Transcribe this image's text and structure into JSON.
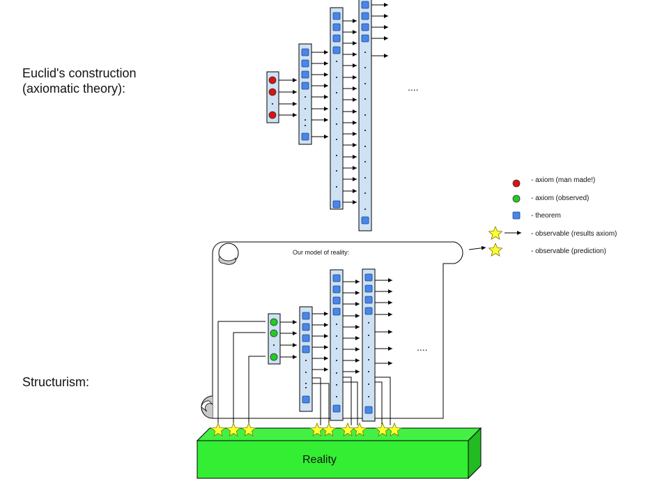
{
  "labels": {
    "euclid_line1": "Euclid's construction",
    "euclid_line2": "(axiomatic theory):",
    "structurism": "Structurism:",
    "euclid_ellipsis": "....",
    "model_ellipsis": "....",
    "scroll_title": "Our model of reality:",
    "reality": "Reality"
  },
  "legend": [
    {
      "icon": "red-circle",
      "text": "- axiom (man made!)"
    },
    {
      "icon": "green-circle",
      "text": "- axiom (observed)"
    },
    {
      "icon": "blue-square",
      "text": "- theorem"
    },
    {
      "icon": "star-arrow",
      "text": "- observable (results axiom)"
    },
    {
      "icon": "star",
      "text": "- observable (prediction)"
    }
  ],
  "colors": {
    "axiom_man_made": "#dd1111",
    "axiom_observed": "#22cc22",
    "theorem": "#4a86e8",
    "column_fill": "#cfe2f3",
    "star": "#ffff33",
    "reality_green": "#33ee33"
  }
}
